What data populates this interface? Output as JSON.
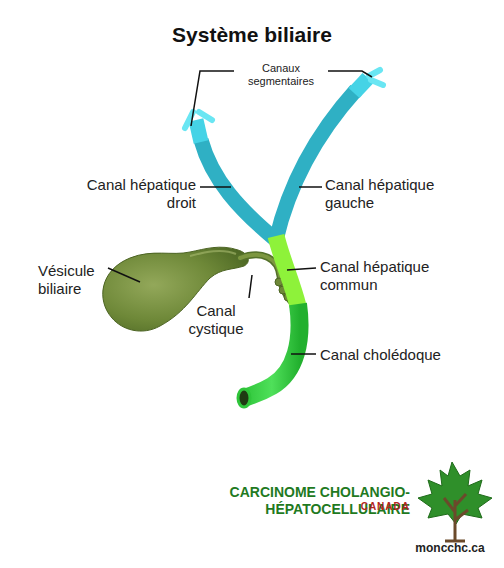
{
  "diagram": {
    "title": "Système biliaire",
    "labels": [
      "Canaux segmentaires",
      "Canal hépatique droit",
      "Canal hépatique gauche",
      "Vésicule biliaire",
      "Canal cystique",
      "Canal hépatique commun",
      "Canal cholédoque",
      "CARCINOME CHOLANGIO-HÉPATOCELLULAIRE",
      "CANADA",
      "moncchc.ca"
    ]
  }
}
